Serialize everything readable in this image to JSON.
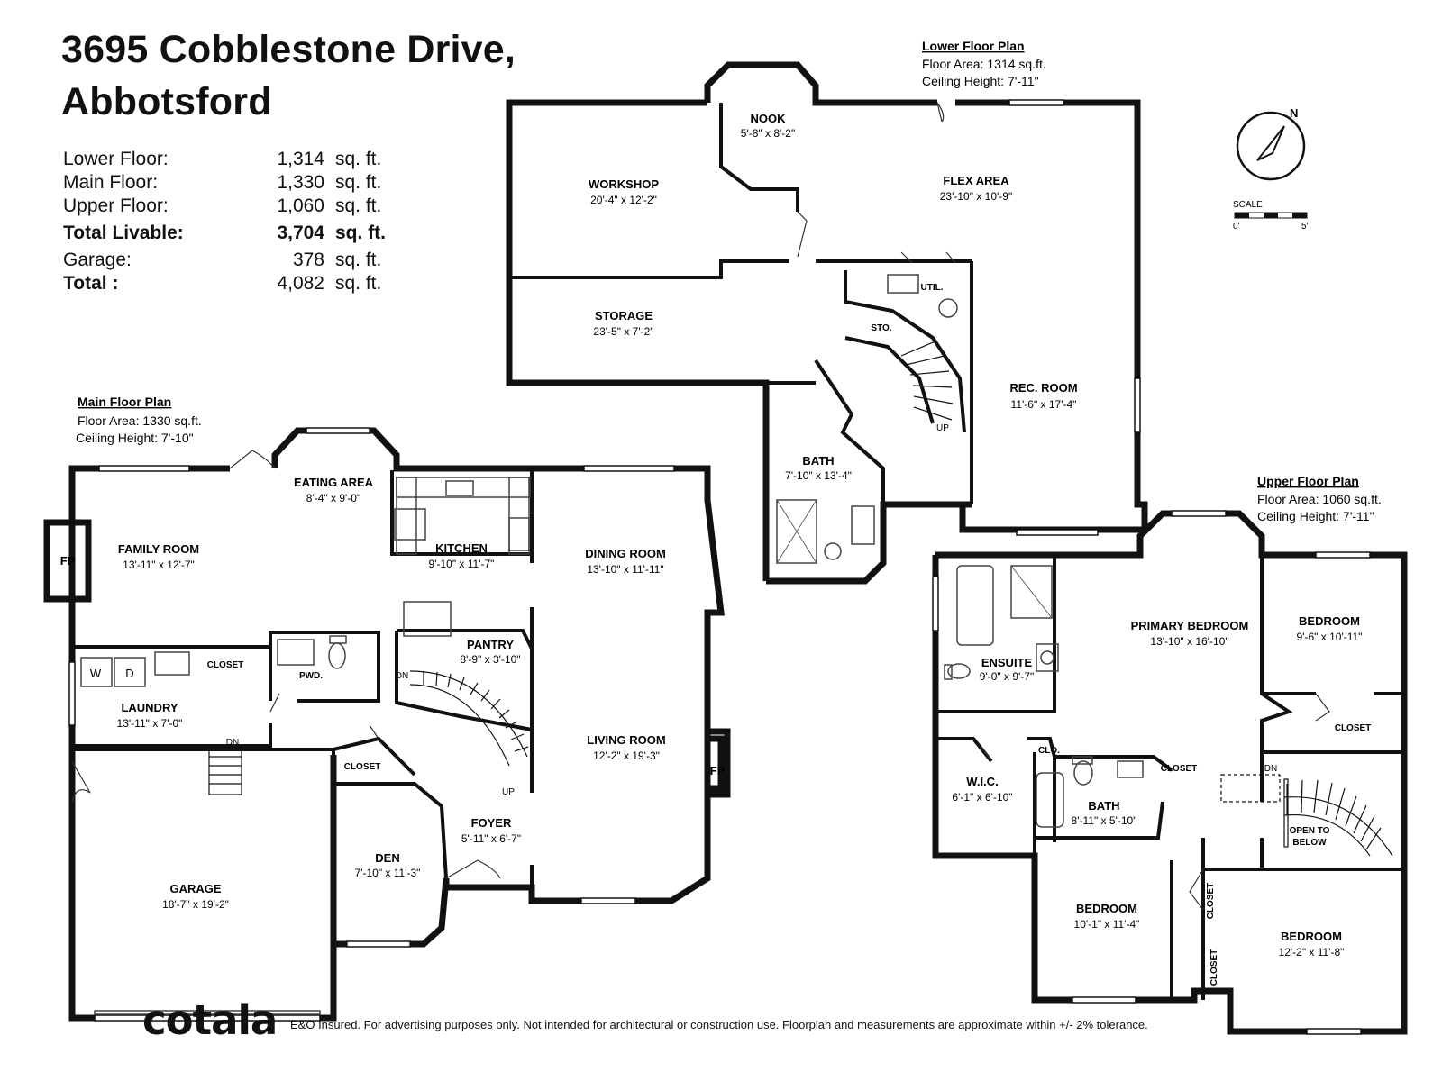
{
  "title": {
    "line1": "3695 Cobblestone Drive,",
    "line2": "Abbotsford"
  },
  "summary": [
    {
      "label": "Lower Floor:",
      "value": "1,314",
      "unit": "sq. ft."
    },
    {
      "label": "Main Floor:",
      "value": "1,330",
      "unit": "sq. ft."
    },
    {
      "label": "Upper Floor:",
      "value": "1,060",
      "unit": "sq. ft."
    },
    {
      "label": "Total Livable:",
      "value": "3,704",
      "unit": "sq. ft."
    },
    {
      "label": "Garage:",
      "value": "378",
      "unit": "sq. ft."
    },
    {
      "label": "Total :",
      "value": "4,082",
      "unit": "sq. ft."
    }
  ],
  "lower_plan": {
    "heading": "Lower Floor Plan",
    "area": "Floor Area: 1314 sq.ft.",
    "ceiling": "Ceiling Height: 7'-11\"",
    "rooms": [
      {
        "name": "NOOK",
        "dims": "5'-8\" x 8'-2\""
      },
      {
        "name": "WORKSHOP",
        "dims": "20'-4\" x 12'-2\""
      },
      {
        "name": "FLEX AREA",
        "dims": "23'-10\" x 10'-9\""
      },
      {
        "name": "STORAGE",
        "dims": "23'-5\" x 7'-2\""
      },
      {
        "name": "REC. ROOM",
        "dims": "11'-6\" x 17'-4\""
      },
      {
        "name": "BATH",
        "dims": "7'-10\" x 13'-4\""
      }
    ],
    "labels": {
      "util": "UTIL.",
      "sto": "STO.",
      "up": "UP"
    }
  },
  "main_plan": {
    "heading": "Main Floor Plan",
    "area": "Floor Area: 1330 sq.ft.",
    "ceiling": "Ceiling Height: 7'-10\"",
    "rooms": [
      {
        "name": "EATING AREA",
        "dims": "8'-4\" x 9'-0\""
      },
      {
        "name": "FAMILY ROOM",
        "dims": "13'-11\" x 12'-7\""
      },
      {
        "name": "KITCHEN",
        "dims": "9'-10\" x 11'-7\""
      },
      {
        "name": "DINING ROOM",
        "dims": "13'-10\" x 11'-11\""
      },
      {
        "name": "PANTRY",
        "dims": "8'-9\" x 3'-10\""
      },
      {
        "name": "LAUNDRY",
        "dims": "13'-11\" x 7'-0\""
      },
      {
        "name": "LIVING ROOM",
        "dims": "12'-2\" x 19'-3\""
      },
      {
        "name": "FOYER",
        "dims": "5'-11\" x 6'-7\""
      },
      {
        "name": "DEN",
        "dims": "7'-10\" x 11'-3\""
      },
      {
        "name": "GARAGE",
        "dims": "18'-7\" x 19'-2\""
      }
    ],
    "labels": {
      "closet1": "CLOSET",
      "closet2": "CLOSET",
      "pwd": "PWD.",
      "fp1": "FP",
      "fp2": "FP",
      "dn1": "DN",
      "dn2": "DN",
      "up": "UP",
      "washer": "W",
      "dryer": "D"
    }
  },
  "upper_plan": {
    "heading": "Upper Floor Plan",
    "area": "Floor Area: 1060 sq.ft.",
    "ceiling": "Ceiling Height: 7'-11\"",
    "rooms": [
      {
        "name": "PRIMARY BEDROOM",
        "dims": "13'-10\" x 16'-10\""
      },
      {
        "name": "BEDROOM",
        "dims": "9'-6\" x 10'-11\""
      },
      {
        "name": "ENSUITE",
        "dims": "9'-0\" x 9'-7\""
      },
      {
        "name": "W.I.C.",
        "dims": "6'-1\" x 6'-10\""
      },
      {
        "name": "BATH",
        "dims": "8'-11\" x 5'-10\""
      },
      {
        "name": "BEDROOM",
        "dims": "10'-1\" x 11'-4\""
      },
      {
        "name": "BEDROOM",
        "dims": "12'-2\" x 11'-8\""
      }
    ],
    "labels": {
      "closet1": "CLOSET",
      "closet2": "CLOSET",
      "closet3": "CLOSET",
      "closet4": "CLOSET",
      "clo": "CLO.",
      "open1": "OPEN TO",
      "open2": "BELOW",
      "dn": "DN"
    }
  },
  "compass": {
    "north": "N",
    "icon": "north-arrow-icon"
  },
  "scale": {
    "label": "SCALE",
    "start": "0'",
    "end": "5'"
  },
  "brand": "cotala",
  "disclaimer": "E&O Insured. For advertising purposes only. Not intended for architectural or construction use. Floorplan and measurements are approximate within +/- 2% tolerance.",
  "colors": {
    "wall": "#111111",
    "fixture": "#444444",
    "background": "#ffffff"
  }
}
